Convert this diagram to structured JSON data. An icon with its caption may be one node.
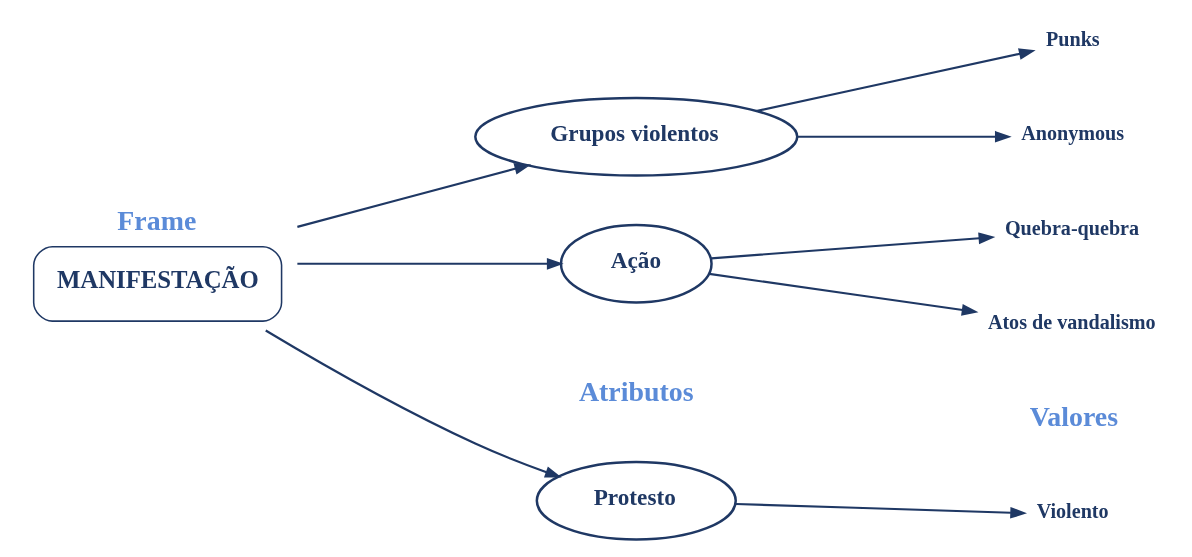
{
  "diagram": {
    "nodes": [
      {
        "text": [
          "Frame",
          "MANIFESTAÇÃO"
        ]
      },
      {
        "text": [
          "Protesto"
        ]
      },
      {
        "text": [
          "Grupos violentos"
        ]
      },
      {
        "text": [
          "Ação"
        ]
      },
      {
        "text": [
          "Violento"
        ]
      },
      {
        "text": [
          "Punks"
        ]
      },
      {
        "text": [
          "Anonymous"
        ]
      },
      {
        "text": [
          "Quebra-quebra"
        ]
      },
      {
        "text": [
          "Atos de vandalismo"
        ]
      }
    ],
    "edges": [
      {
        "from": 0,
        "to": 1,
        "arrow": "to"
      },
      {
        "from": 0,
        "to": 2,
        "arrow": "to"
      },
      {
        "from": 0,
        "to": 3,
        "arrow": "to"
      },
      {
        "from": 1,
        "to": 4,
        "arrow": "to"
      },
      {
        "from": 2,
        "to": 5,
        "arrow": "to"
      },
      {
        "from": 2,
        "to": 6,
        "arrow": "to"
      },
      {
        "from": 3,
        "to": 7,
        "arrow": "to"
      },
      {
        "from": 3,
        "to": 8,
        "arrow": "to"
      }
    ],
    "labels": [
      "Atributos",
      "Valores"
    ]
  }
}
